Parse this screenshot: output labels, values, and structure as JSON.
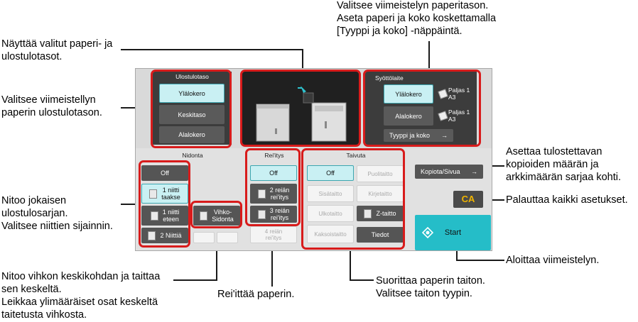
{
  "callouts": {
    "paper_level": "Valitsee viimeistelyn paperitason.\nAseta paperi ja koko koskettamalla\n[Tyyppi ja koko] -näppäintä.",
    "shows_levels": "Näyttää valitut paperi- ja\nulostulotasot.",
    "output_tray": "Valitsee viimeistellyn\npaperin ulostulotason.",
    "stapling": "Nitoo jokaisen\nulostulosarjan.\nValitsee niittien sijainnin.",
    "saddle": "Nitoo vihkon keskikohdan ja taittaa\nsen keskeltä.\nLeikkaa ylimääräiset osat keskeltä\ntaitetusta vihkosta.",
    "punch": "Rei'ittää paperin.",
    "fold": "Suorittaa paperin taiton.\nValitsee taiton tyypin.",
    "copies": "Asettaa tulostettavan\nkopioiden määrän ja\narkkimäärän sarjaa kohti.",
    "ca": "Palauttaa kaikki asetukset.",
    "start": "Aloittaa viimeistelyn."
  },
  "output": {
    "title": "Ulostulotaso",
    "upper": "Ylälokero",
    "middle": "Keskitaso",
    "lower": "Alalokero"
  },
  "feeder": {
    "title": "Syöttölaite",
    "upper": "Ylälokero",
    "lower": "Alalokero",
    "upper_info": "Paljas 1\nA3",
    "lower_info": "Paljas 1\nA3",
    "type_size": "Tyyppi ja koko"
  },
  "stapling": {
    "title": "Nidonta",
    "off": "Off",
    "one_back": "1 niitti\ntaakse",
    "one_front": "1 niitti\neteen",
    "two": "2 Niittiä",
    "saddle": "Vihko-\nSidonta"
  },
  "punch": {
    "title": "Rei'itys",
    "off": "Off",
    "two": "2 reiän\nrei'itys",
    "three": "3 reiän\nrei'itys",
    "four": "4 reiän\nrei'itys"
  },
  "fold": {
    "title": "Taivuta",
    "off": "Off",
    "half": "Puolitaitto",
    "tri_in": "Sisätaitto",
    "tri_out": "Ulkotaitto",
    "letter": "Kirjetaitto",
    "double": "Kaksoistaitto",
    "z": "Z-taitto",
    "details": "Tiedot"
  },
  "right": {
    "copies_per_set": "Kopiota/Sivua",
    "ca": "CA",
    "start": "Start"
  },
  "colors": {
    "highlight": "#d81b1b",
    "selected": "#c9f0f3",
    "start": "#25bdc8",
    "ca_bg": "#4a4a4a",
    "ca_text": "#f0b400"
  }
}
